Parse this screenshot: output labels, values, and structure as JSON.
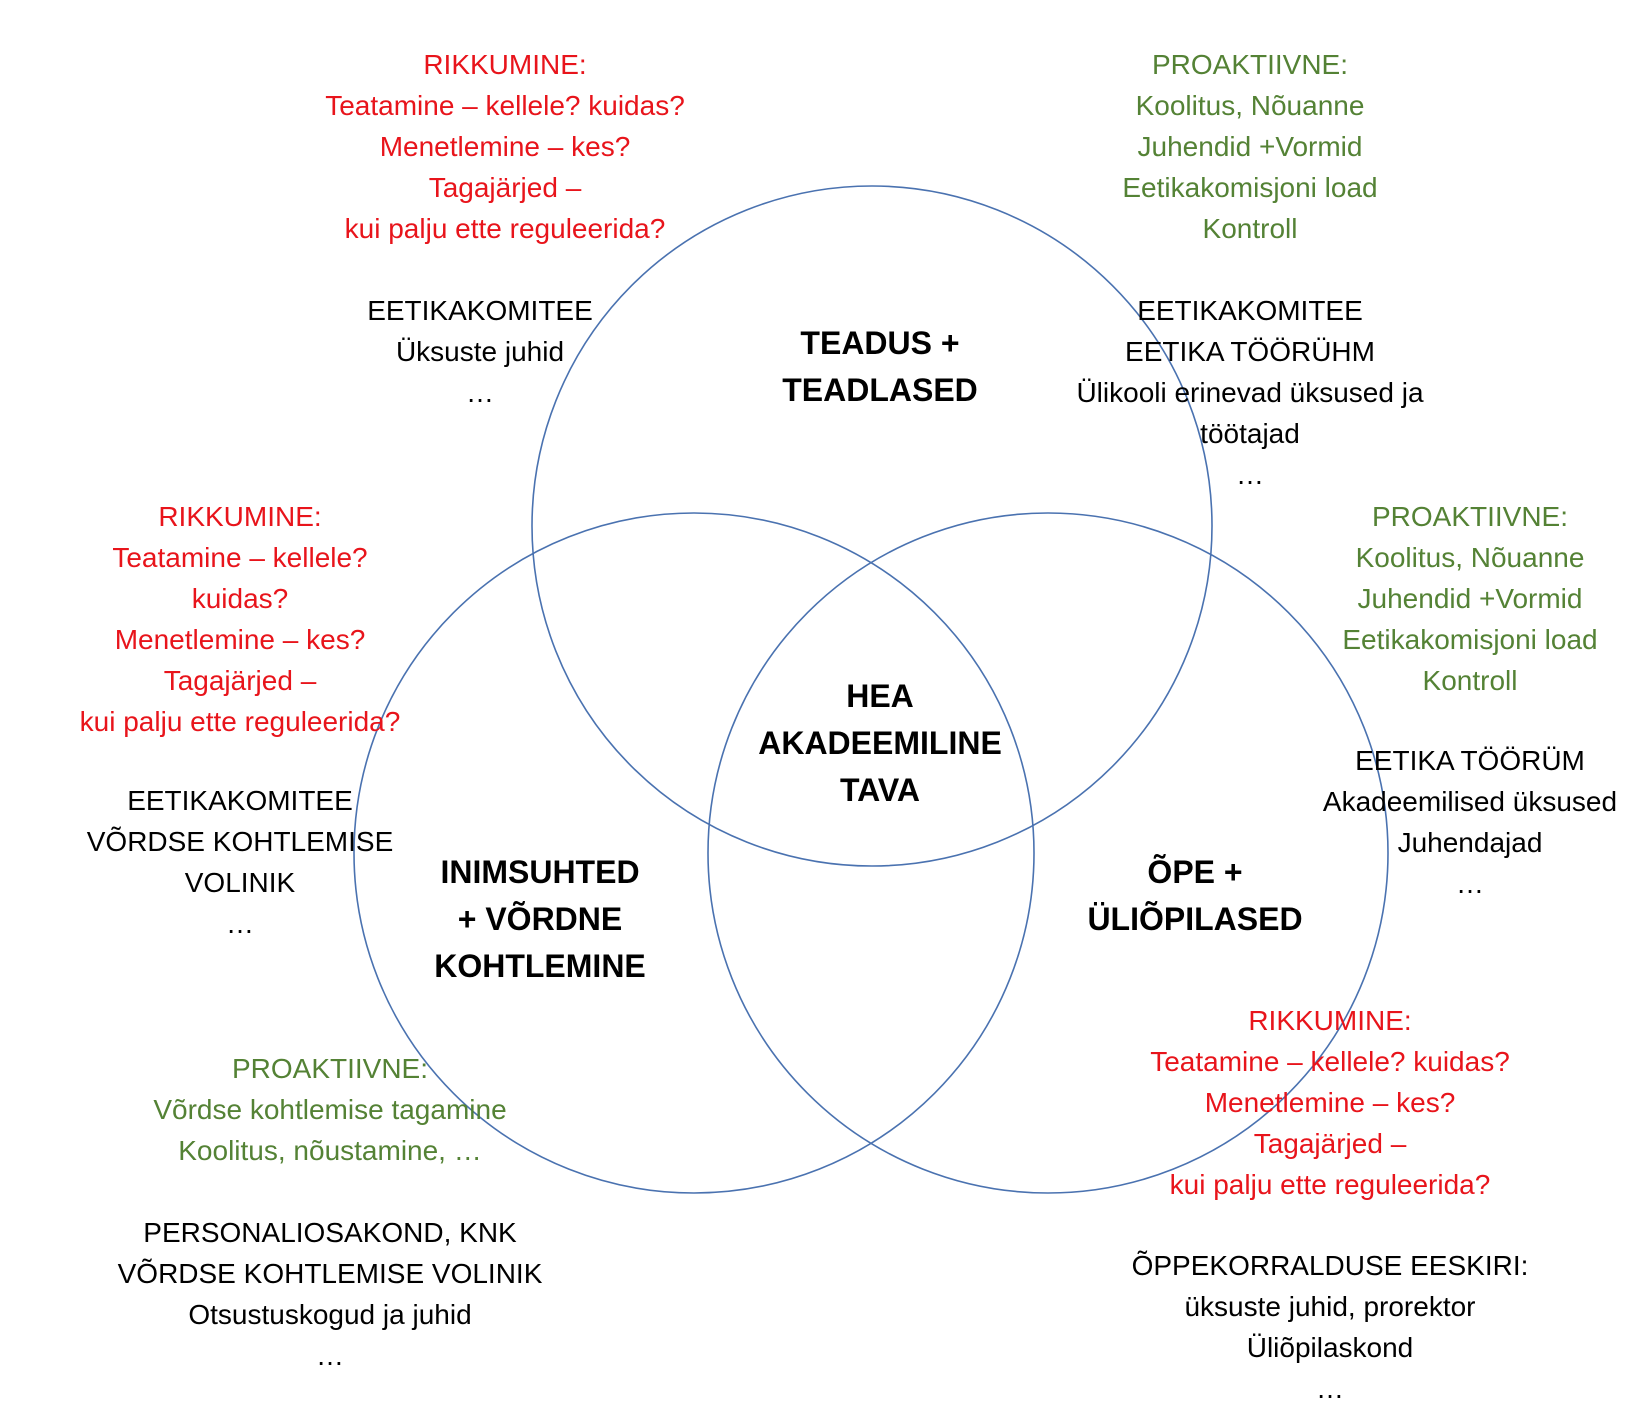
{
  "colors": {
    "circle_stroke": "#4a72b0",
    "violation": "#e8141b",
    "proactive": "#548235",
    "normal": "#000000"
  },
  "circles": {
    "top": {
      "title_lines": [
        "TEADUS +",
        "TEADLASED"
      ]
    },
    "left": {
      "title_lines": [
        "INIMSUHTED",
        "+  VÕRDNE",
        "KOHTLEMINE"
      ]
    },
    "right": {
      "title_lines": [
        "ÕPE +",
        "ÜLIÕPILASED"
      ]
    },
    "center": {
      "title_lines": [
        "HEA",
        "AKADEEMILINE",
        "TAVA"
      ]
    }
  },
  "annotations": {
    "top_left": {
      "violation_lines": [
        "RIKKUMINE:",
        "Teatamine – kellele? kuidas?",
        "Menetlemine – kes?",
        "Tagajärjed –",
        "kui palju ette reguleerida?"
      ],
      "responsible_lines": [
        "EETIKAKOMITEE",
        "Üksuste juhid",
        "…"
      ]
    },
    "top_right": {
      "proactive_lines": [
        "PROAKTIIVNE:",
        "Koolitus, Nõuanne",
        "Juhendid +Vormid",
        "Eetikakomisjoni load",
        "Kontroll"
      ],
      "responsible_lines": [
        "EETIKAKOMITEE",
        "EETIKA TÖÖRÜHM",
        "Ülikooli erinevad üksused ja",
        "töötajad",
        "…"
      ]
    },
    "mid_left": {
      "violation_lines": [
        "RIKKUMINE:",
        "Teatamine – kellele?",
        "kuidas?",
        "Menetlemine – kes?",
        "Tagajärjed –",
        "kui palju ette reguleerida?"
      ],
      "responsible_lines": [
        "EETIKAKOMITEE",
        "VÕRDSE KOHTLEMISE",
        "VOLINIK",
        "…"
      ]
    },
    "mid_right": {
      "proactive_lines": [
        "PROAKTIIVNE:",
        "Koolitus, Nõuanne",
        "Juhendid +Vormid",
        "Eetikakomisjoni load",
        "Kontroll"
      ],
      "responsible_lines": [
        "EETIKA TÖÖRÜM",
        "Akadeemilised üksused",
        "Juhendajad",
        "…"
      ]
    },
    "bottom_left": {
      "proactive_lines": [
        "PROAKTIIVNE:",
        "Võrdse kohtlemise tagamine",
        "Koolitus, nõustamine, …"
      ],
      "responsible_lines": [
        "PERSONALIOSAKOND, KNK",
        "VÕRDSE KOHTLEMISE VOLINIK",
        "Otsustuskogud ja juhid",
        "…"
      ]
    },
    "bottom_right": {
      "violation_lines": [
        "RIKKUMINE:",
        "Teatamine – kellele? kuidas?",
        "Menetlemine – kes?",
        "Tagajärjed –",
        "kui palju ette reguleerida?"
      ],
      "responsible_lines": [
        "ÕPPEKORRALDUSE EESKIRI:",
        "üksuste juhid, prorektor",
        "Üliõpilaskond",
        "…"
      ]
    }
  }
}
